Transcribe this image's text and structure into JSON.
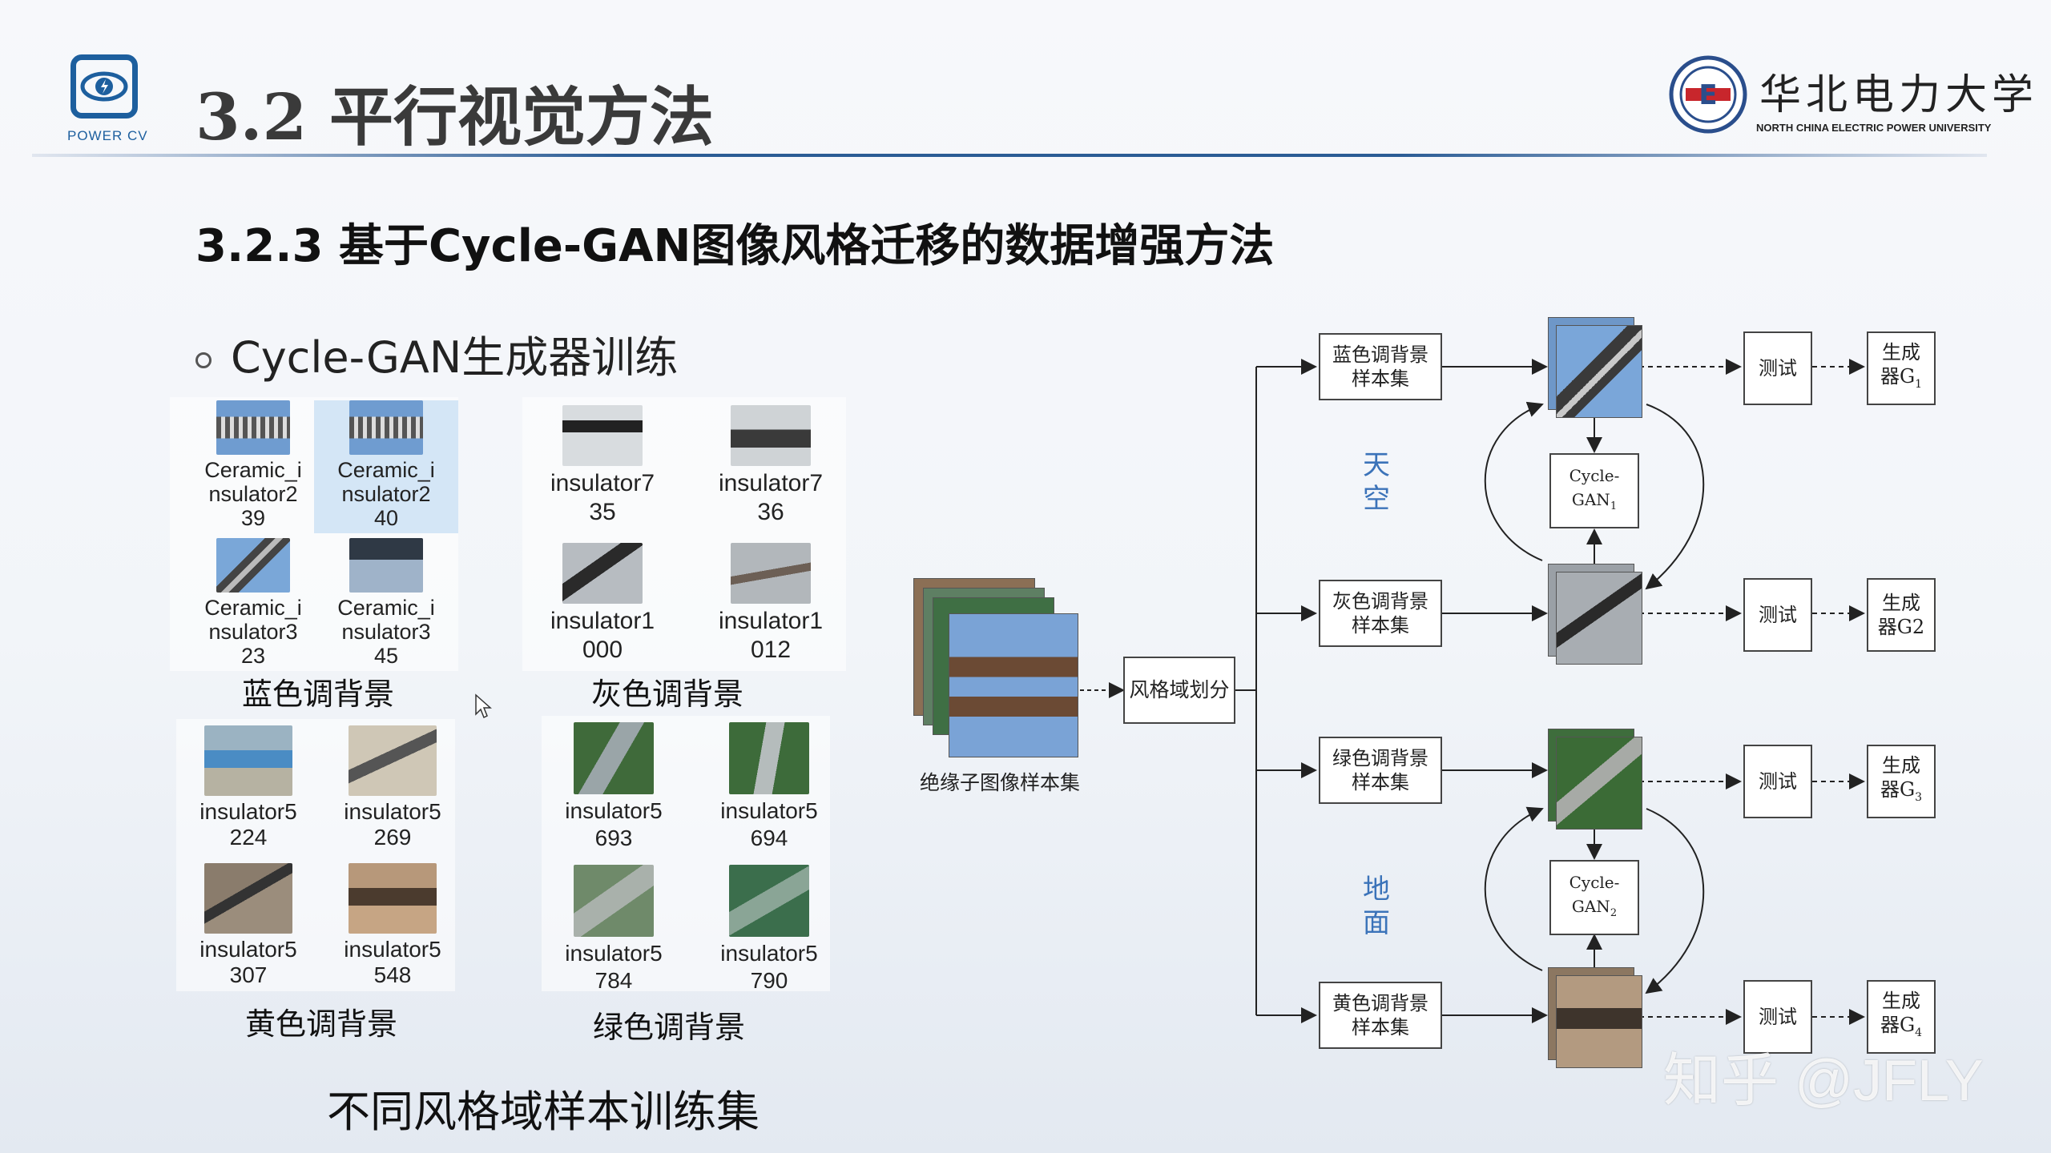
{
  "header": {
    "logo_caption": "POWER CV",
    "title": "3.2 平行视觉方法",
    "university_cn": "华北电力大学",
    "university_en": "NORTH CHINA ELECTRIC POWER UNIVERSITY"
  },
  "subtitle": "3.2.3 基于Cycle-GAN图像风格迁移的数据增强方法",
  "bullet": "Cycle-GAN生成器训练",
  "groups": {
    "blue": {
      "caption": "蓝色调背景",
      "items": [
        {
          "label": "Ceramic_insulator239",
          "l1": "Ceramic_i",
          "l2": "nsulator2",
          "l3": "39"
        },
        {
          "label": "Ceramic_insulator240",
          "l1": "Ceramic_i",
          "l2": "nsulator2",
          "l3": "40"
        },
        {
          "label": "Ceramic_insulator323",
          "l1": "Ceramic_i",
          "l2": "nsulator3",
          "l3": "23"
        },
        {
          "label": "Ceramic_insulator345",
          "l1": "Ceramic_i",
          "l2": "nsulator3",
          "l3": "45"
        }
      ]
    },
    "gray": {
      "caption": "灰色调背景",
      "items": [
        {
          "l1": "insulator7",
          "l2": "35"
        },
        {
          "l1": "insulator7",
          "l2": "36"
        },
        {
          "l1": "insulator1",
          "l2": "000"
        },
        {
          "l1": "insulator1",
          "l2": "012"
        }
      ]
    },
    "yellow": {
      "caption": "黄色调背景",
      "items": [
        {
          "l1": "insulator5",
          "l2": "224"
        },
        {
          "l1": "insulator5",
          "l2": "269"
        },
        {
          "l1": "insulator5",
          "l2": "307"
        },
        {
          "l1": "insulator5",
          "l2": "548"
        }
      ]
    },
    "green": {
      "caption": "绿色调背景",
      "items": [
        {
          "l1": "insulator5",
          "l2": "693"
        },
        {
          "l1": "insulator5",
          "l2": "694"
        },
        {
          "l1": "insulator5",
          "l2": "784"
        },
        {
          "l1": "insulator5",
          "l2": "790"
        }
      ]
    }
  },
  "bottom_caption": "不同风格域样本训练集",
  "diagram": {
    "source_label": "绝缘子图像样本集",
    "split_box": "风格域划分",
    "sets": [
      {
        "l1": "蓝色调背景",
        "l2": "样本集"
      },
      {
        "l1": "灰色调背景",
        "l2": "样本集"
      },
      {
        "l1": "绿色调背景",
        "l2": "样本集"
      },
      {
        "l1": "黄色调背景",
        "l2": "样本集"
      }
    ],
    "test_label": "测试",
    "generators": [
      {
        "l1": "生成",
        "l2": "器G",
        "sub": "1"
      },
      {
        "l1": "生成",
        "l2": "器G2",
        "sub": ""
      },
      {
        "l1": "生成",
        "l2": "器G",
        "sub": "3"
      },
      {
        "l1": "生成",
        "l2": "器G",
        "sub": "4"
      }
    ],
    "cyclegan": [
      {
        "l1": "Cycle-",
        "l2": "GAN",
        "sub": "1"
      },
      {
        "l1": "Cycle-",
        "l2": "GAN",
        "sub": "2"
      }
    ],
    "domain_sky": {
      "c1": "天",
      "c2": "空"
    },
    "domain_ground": {
      "c1": "地",
      "c2": "面"
    }
  },
  "watermark": "知乎 @JFLY",
  "colors": {
    "accent": "#2b5c95",
    "domain_text": "#3b73b9",
    "selected_cell": "#d4e6f6"
  }
}
